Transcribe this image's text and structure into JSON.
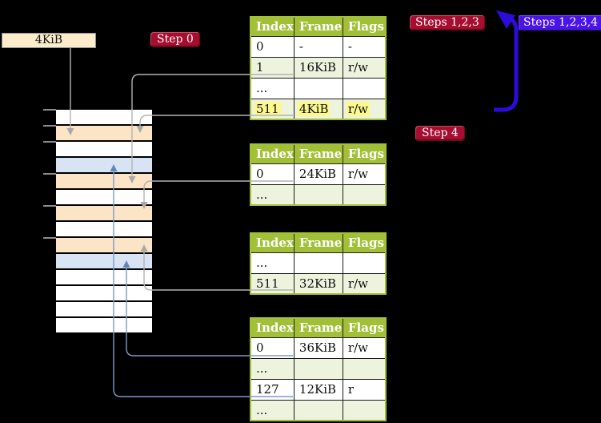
{
  "frame_label": {
    "text": "4KiB"
  },
  "badges": {
    "step0": {
      "text": "Step 0"
    },
    "steps123": {
      "text": "Steps 1,2,3"
    },
    "steps1234": {
      "text": "Steps 1,2,3,4"
    },
    "step4": {
      "text": "Step 4"
    }
  },
  "tables": [
    {
      "name": "level-4-page-table",
      "headers": [
        "Index",
        "Frame",
        "Flags"
      ],
      "rows": [
        {
          "cells": [
            "0",
            "-",
            "-"
          ],
          "highlight": false
        },
        {
          "cells": [
            "1",
            "16KiB",
            "r/w"
          ],
          "highlight": false
        },
        {
          "cells": [
            "...",
            "",
            ""
          ],
          "highlight": false
        },
        {
          "cells": [
            "511",
            "4KiB",
            "r/w"
          ],
          "highlight": true
        }
      ]
    },
    {
      "name": "level-3-page-table",
      "headers": [
        "Index",
        "Frame",
        "Flags"
      ],
      "rows": [
        {
          "cells": [
            "0",
            "24KiB",
            "r/w"
          ],
          "highlight": false
        },
        {
          "cells": [
            "...",
            "",
            ""
          ],
          "highlight": false
        }
      ]
    },
    {
      "name": "level-2-page-table",
      "headers": [
        "Index",
        "Frame",
        "Flags"
      ],
      "rows": [
        {
          "cells": [
            "...",
            "",
            ""
          ],
          "highlight": false
        },
        {
          "cells": [
            "511",
            "32KiB",
            "r/w"
          ],
          "highlight": false
        }
      ]
    },
    {
      "name": "level-1-page-table",
      "headers": [
        "Index",
        "Frame",
        "Flags"
      ],
      "rows": [
        {
          "cells": [
            "0",
            "36KiB",
            "r/w"
          ],
          "highlight": false
        },
        {
          "cells": [
            "...",
            "",
            ""
          ],
          "highlight": false
        },
        {
          "cells": [
            "127",
            "12KiB",
            "r"
          ],
          "highlight": false
        },
        {
          "cells": [
            "...",
            "",
            ""
          ],
          "highlight": false
        }
      ]
    }
  ],
  "memory": {
    "row_colors": [
      "white",
      "peach",
      "white",
      "blue",
      "peach",
      "white",
      "peach",
      "white",
      "peach",
      "blue",
      "white",
      "white",
      "white",
      "white"
    ]
  },
  "colors": {
    "table_header_green": "#a2c037",
    "table_alt_row": "#eef3de",
    "highlight_yellow": "#fcf88e",
    "badge_red": "#a60d2e",
    "badge_blue": "#4a14e8",
    "big_arrow_blue": "#2c0bdb",
    "connector_gray": "#b3b3b3",
    "connector_blue": "#7b9cc9",
    "memory_table_frame": "#fce4c6",
    "memory_mapped_page": "#d8e4f4",
    "frame_label_bg": "#fbeccb"
  }
}
